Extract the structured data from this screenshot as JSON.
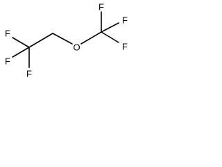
{
  "molecule": {
    "atoms": {
      "f_left_upper": "F",
      "f_left_lower": "F",
      "f_left_bottom": "F",
      "oxygen": "O",
      "f_right_top": "F",
      "f_right_middle": "F",
      "f_right_lower": "F"
    }
  }
}
